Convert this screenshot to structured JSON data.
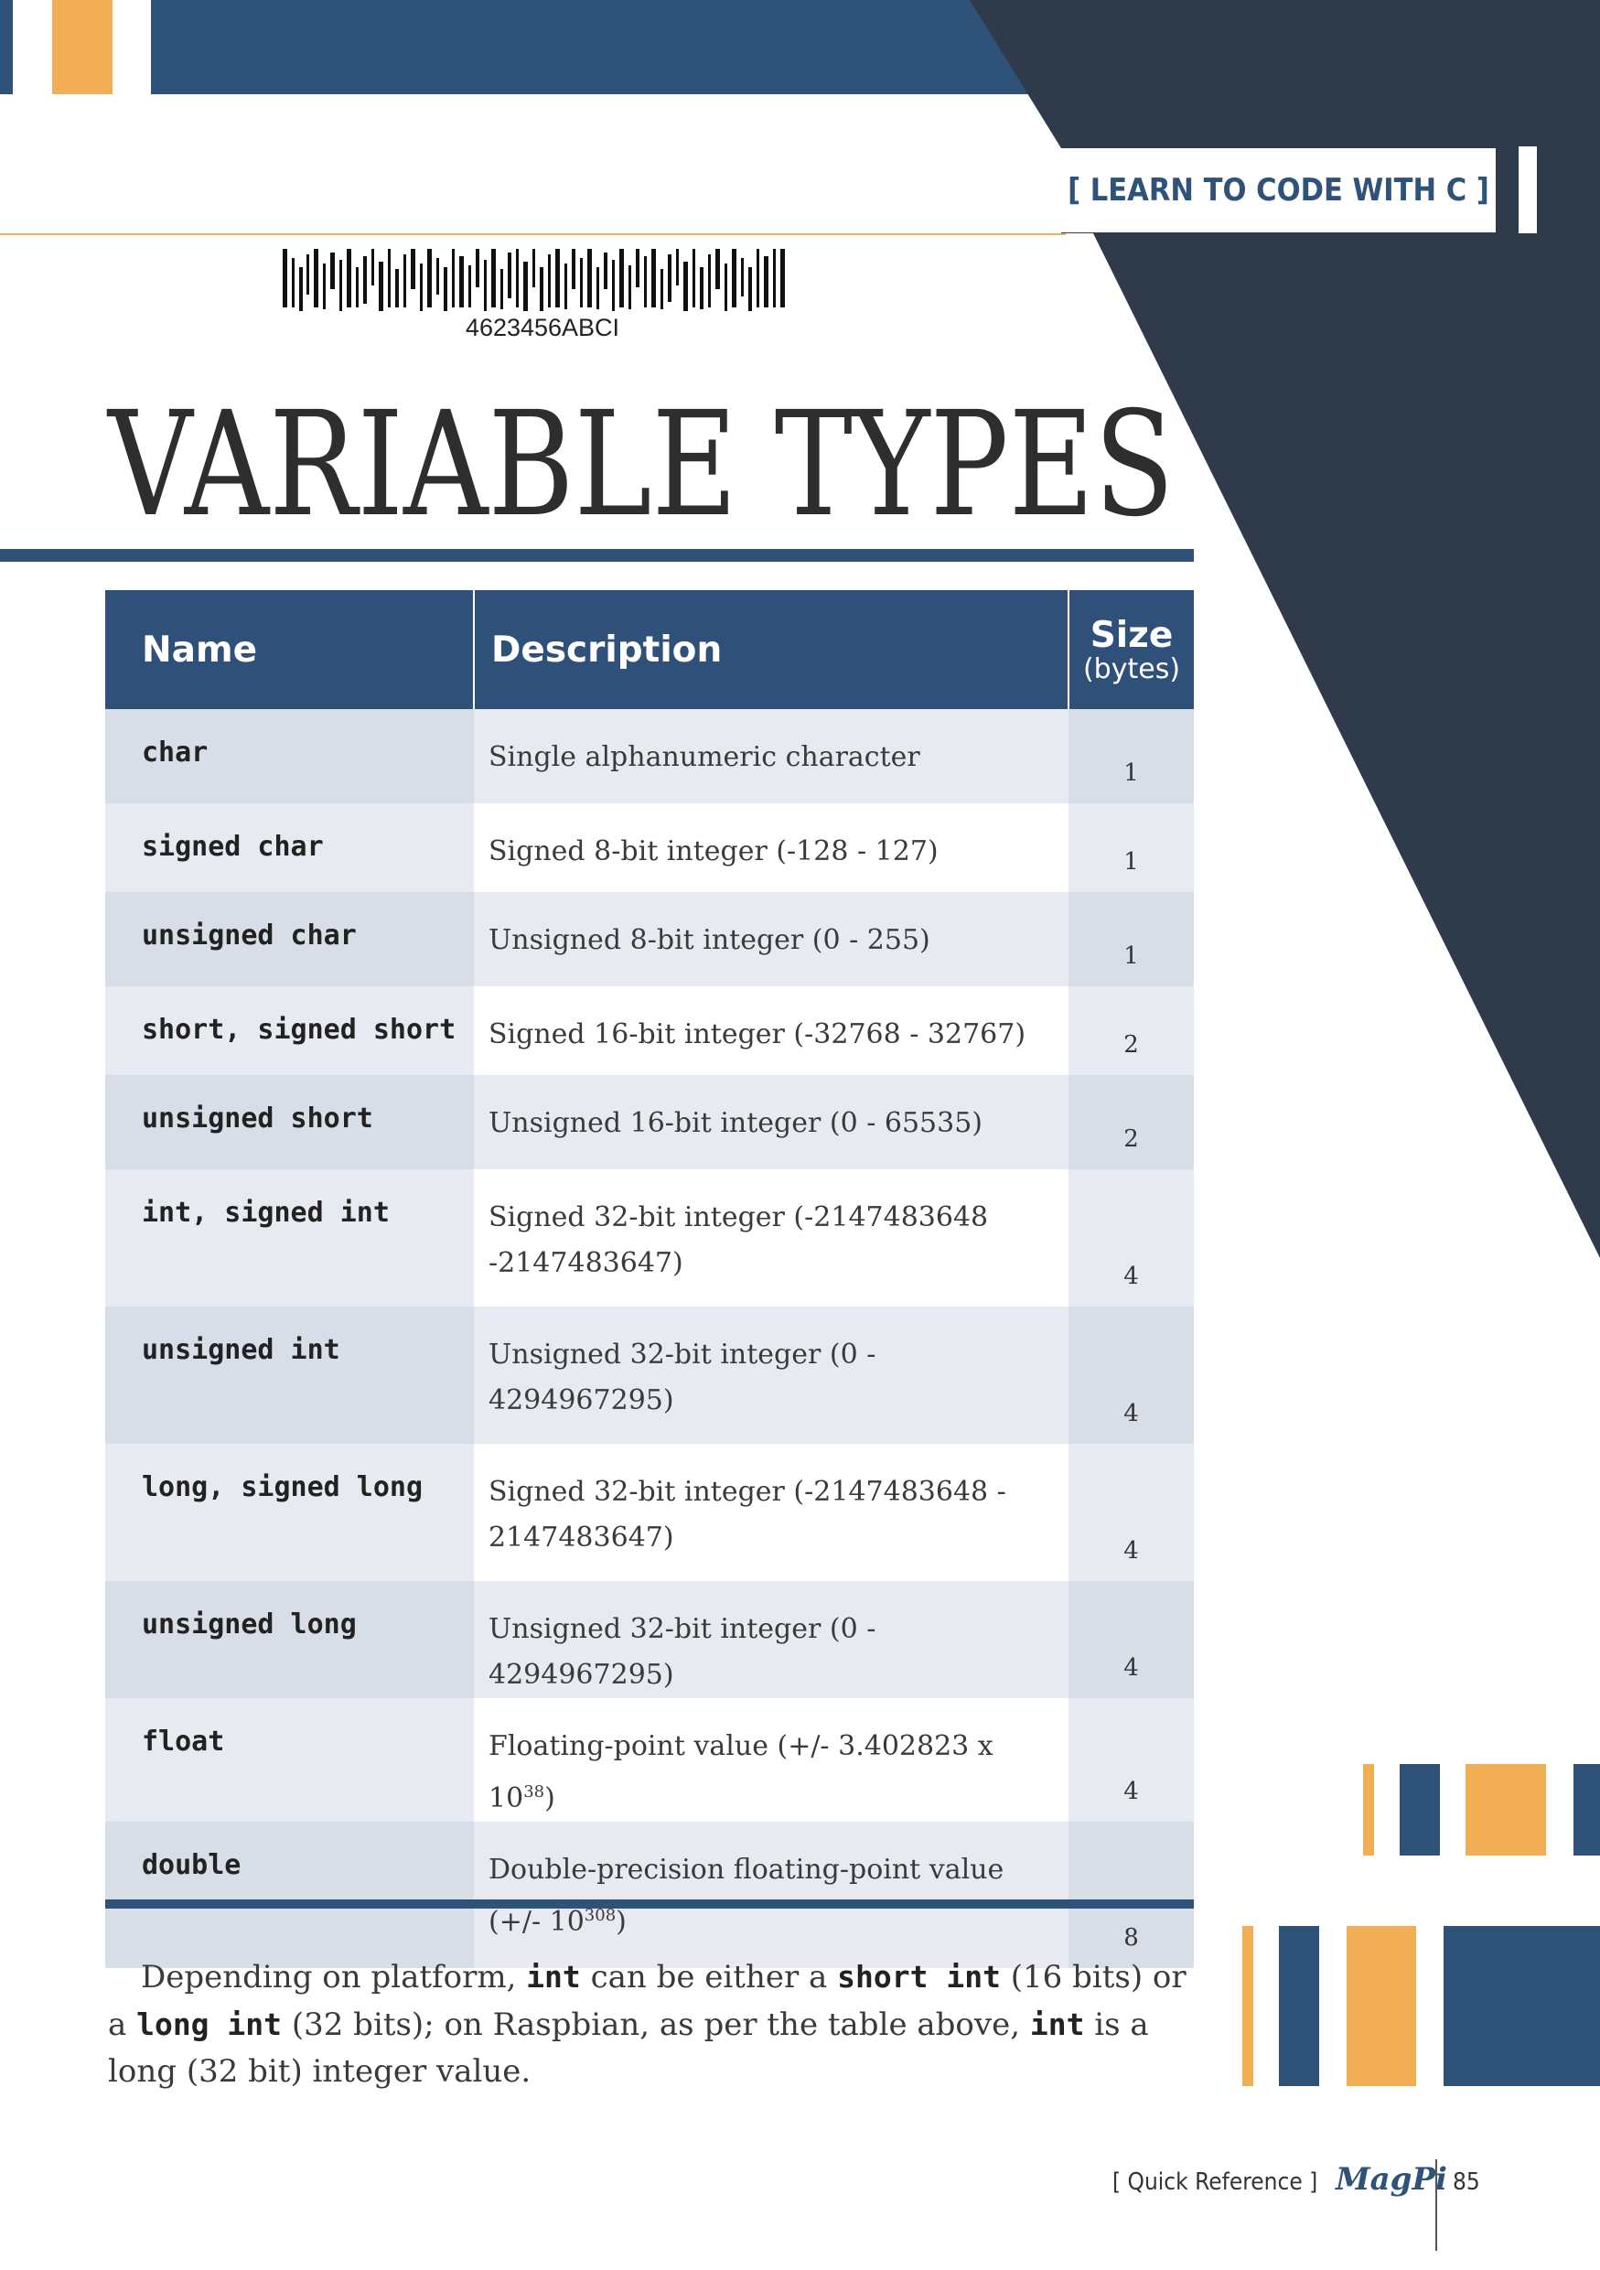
{
  "header": {
    "section_tag": "[ LEARN TO CODE WITH C ]"
  },
  "barcode": {
    "text": "4623456ABCI"
  },
  "page_title": "VARIABLE TYPES",
  "table": {
    "headers": {
      "name": "Name",
      "description": "Description",
      "size": "Size",
      "size_unit": "(bytes)"
    },
    "rows": [
      {
        "name": "char",
        "description": "Single alphanumeric character",
        "size": "1"
      },
      {
        "name": "signed char",
        "description": "Signed 8-bit integer (-128 - 127)",
        "size": "1"
      },
      {
        "name": "unsigned char",
        "description": "Unsigned 8-bit integer (0 - 255)",
        "size": "1"
      },
      {
        "name": "short, signed short",
        "description": "Signed 16-bit integer (-32768 - 32767)",
        "size": "2"
      },
      {
        "name": "unsigned short",
        "description": "Unsigned 16-bit integer (0 - 65535)",
        "size": "2"
      },
      {
        "name": "int, signed int",
        "description": "Signed 32-bit integer (-2147483648 -2147483647)",
        "size": "4"
      },
      {
        "name": "unsigned int",
        "description": "Unsigned 32-bit integer (0 - 4294967295)",
        "size": "4"
      },
      {
        "name": "long, signed long",
        "description": "Signed 32-bit integer (-2147483648 - 2147483647)",
        "size": "4"
      },
      {
        "name": "unsigned long",
        "description": "Unsigned 32-bit integer (0 - 4294967295)",
        "size": "4"
      },
      {
        "name": "float",
        "description": "Floating-point value (+/- 3.402823 x 10",
        "description_sup": "38",
        "description_end": ")",
        "size": "4"
      },
      {
        "name": "double",
        "description": "Double-precision floating-point value (+/- 10",
        "description_sup": "308",
        "description_end": ")",
        "size": "8"
      }
    ]
  },
  "paragraph": {
    "t1": "Depending on platform, ",
    "c1": "int",
    "t2": " can be either a ",
    "c2": "short int",
    "t3": " (16 bits) or a ",
    "c3": "long int",
    "t4": " (32 bits); on Raspbian, as per the table above, ",
    "c4": "int",
    "t5": " is a long (32 bit) integer value."
  },
  "footer": {
    "section": "[ Quick Reference ]",
    "logo": "MagPi",
    "page_number": "85"
  },
  "colors": {
    "navy": "#2f5278",
    "dark_slate": "#2f3a4a",
    "orange": "#f2ae54",
    "row_light": "#e7ebf1",
    "row_dark": "#d8dee7"
  }
}
